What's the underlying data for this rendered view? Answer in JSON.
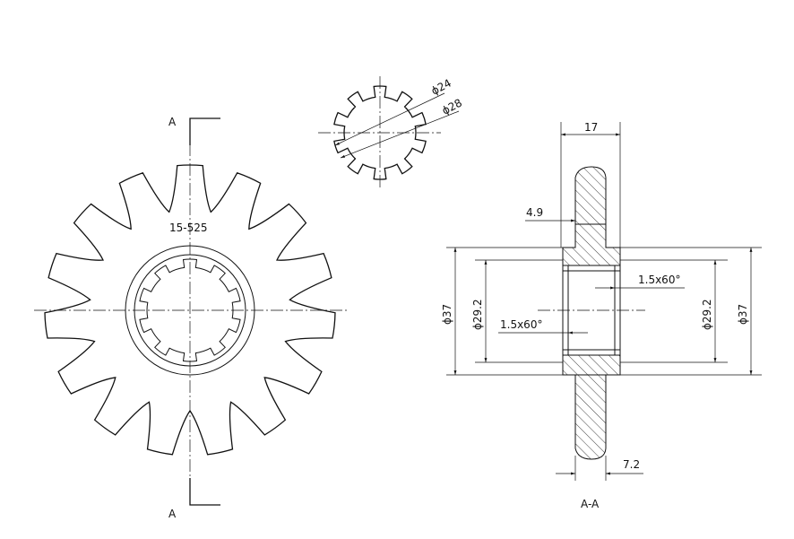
{
  "front_view": {
    "section_label_top": "A",
    "section_label_bottom": "A",
    "part_code": "15-525"
  },
  "detail": {
    "dia_inner": "ϕ24",
    "dia_outer": "ϕ28"
  },
  "section_view": {
    "width_top": "17",
    "hub_offset": "4.9",
    "chamfer_right": "1.5x60°",
    "chamfer_left": "1.5x60°",
    "dia_left_outer": "ϕ37",
    "dia_left_inner": "ϕ29.2",
    "dia_right_inner": "ϕ29.2",
    "dia_right_outer": "ϕ37",
    "tooth_width": "7.2",
    "title": "A-A"
  }
}
